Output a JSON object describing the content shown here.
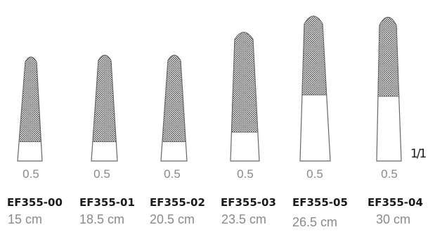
{
  "instruments": [
    {
      "code": "EF355-00",
      "length": "15 cm",
      "width": "0.5"
    },
    {
      "code": "EF355-01",
      "length": "18.5 cm",
      "width": "0.5"
    },
    {
      "code": "EF355-02",
      "length": "20.5 cm",
      "width": "0.5"
    },
    {
      "code": "EF355-03",
      "length": "23.5 cm",
      "width": "0.5"
    },
    {
      "code": "EF355-05",
      "length": "26.5 cm",
      "width": "0.5"
    },
    {
      "code": "EF355-04",
      "length": "30 cm",
      "width": "0.5"
    }
  ],
  "scale": "1/1",
  "colors": {
    "outline": "#666666",
    "hatch": "#555555",
    "text_dark": "#1a1a1a",
    "text_gray": "#8a8a8a"
  }
}
